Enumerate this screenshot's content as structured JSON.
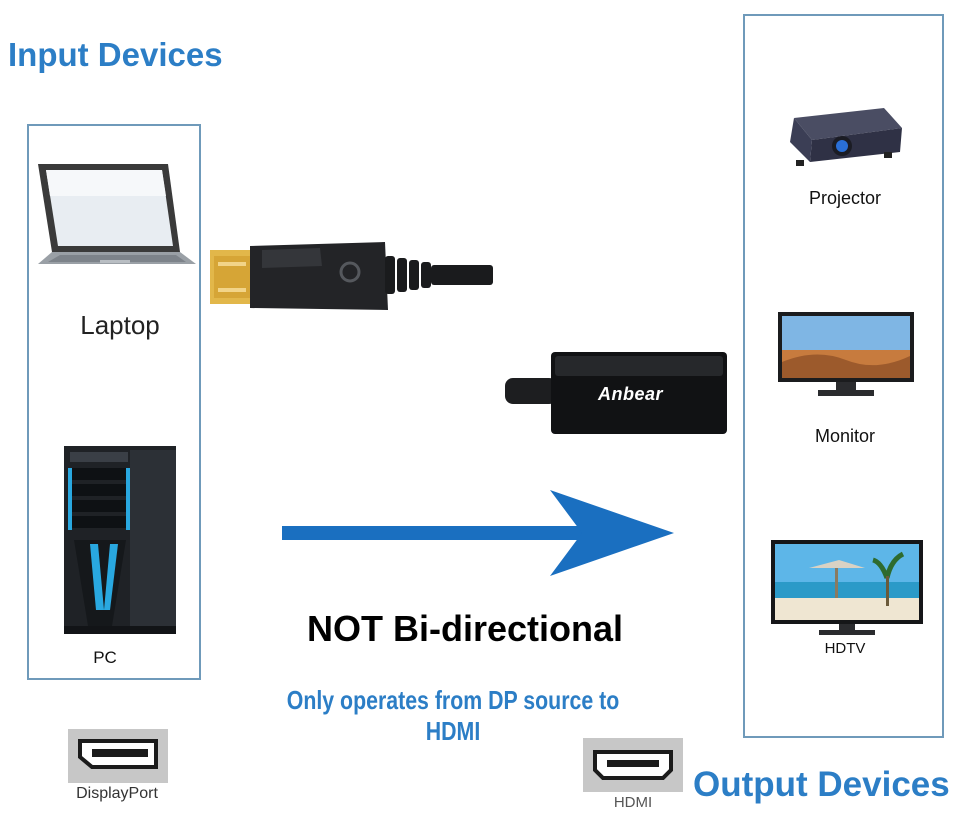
{
  "titles": {
    "input": "Input Devices",
    "output": "Output Devices"
  },
  "input_devices": {
    "laptop": "Laptop",
    "pc": "PC"
  },
  "output_devices": {
    "projector": "Projector",
    "monitor": "Monitor",
    "hdtv": "HDTV"
  },
  "adapter": {
    "brand": "Anbear"
  },
  "direction": {
    "warning": "NOT Bi-directional",
    "note": "Only operates from DP source to HDMI"
  },
  "ports": {
    "displayport": "DisplayPort",
    "hdmi": "HDMI"
  },
  "colors": {
    "accent_blue": "#2c7ec6",
    "arrow_blue": "#1a6fc0",
    "box_border": "#6f9aba"
  }
}
